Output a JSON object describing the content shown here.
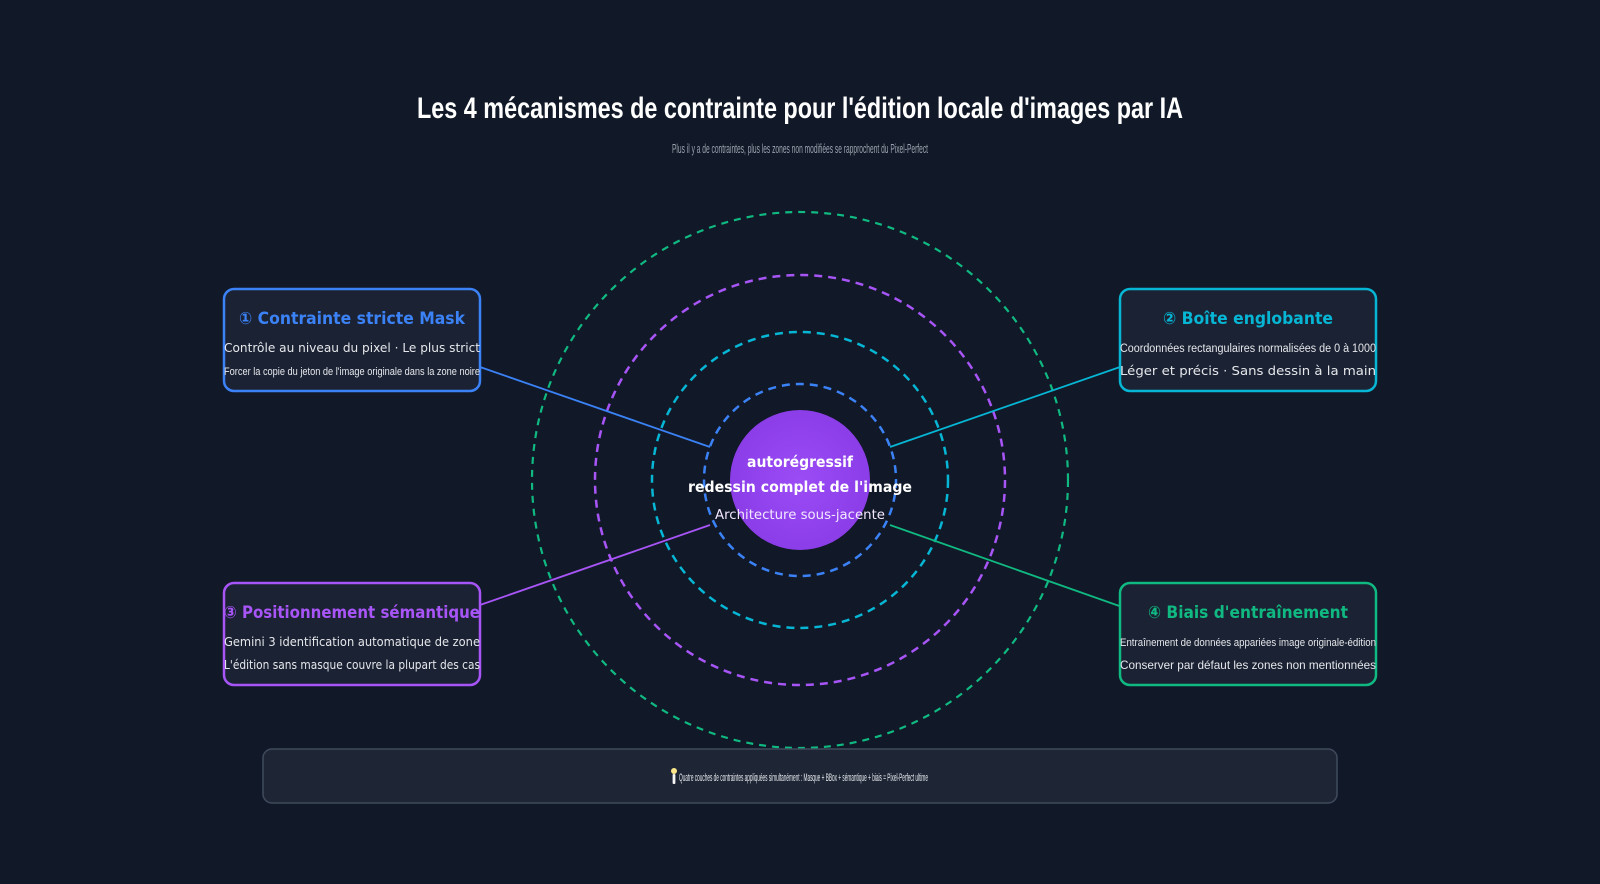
{
  "diagram": {
    "title": "Les 4 mécanismes de contrainte pour l'édition locale d'images par IA",
    "subtitle": "Plus il y a de contraintes, plus les zones non modifiées se rapprochent du Pixel-Perfect",
    "center": {
      "line1": "autorégressif",
      "line2": "redessin complet de l'image",
      "line3": "Architecture sous-jacente"
    },
    "cards": [
      {
        "title": "① Contrainte stricte Mask",
        "line1": "Contrôle au niveau du pixel · Le plus strict",
        "line2": "Forcer la copie du jeton de l'image originale dans la zone noire",
        "color": "#3b82f6"
      },
      {
        "title": "② Boîte englobante",
        "line1": "Coordonnées rectangulaires normalisées de 0 à 1000",
        "line2": "Léger et précis · Sans dessin à la main",
        "color": "#06b6d4"
      },
      {
        "title": "③ Positionnement sémantique",
        "line1": "Gemini 3 identification automatique de zone",
        "line2": "L'édition sans masque couvre la plupart des cas",
        "color": "#a855f7"
      },
      {
        "title": "④ Biais d'entraînement",
        "line1": "Entraînement de données appariées image originale-édition",
        "line2": "Conserver par défaut les zones non mentionnées",
        "color": "#10b981"
      }
    ],
    "footer": {
      "icon": "lightbulb-icon",
      "text": "Quatre couches de contraintes appliquées simultanément : Masque + BBox + sémantique + biais = Pixel-Perfect ultime"
    },
    "colors": {
      "background": "#111827",
      "card_fill": "#1b2233",
      "center_fill": "#9333ea",
      "ring_inner": "#3b82f6",
      "ring_2": "#06b6d4",
      "ring_3": "#a855f7",
      "ring_outer": "#10b981"
    }
  }
}
